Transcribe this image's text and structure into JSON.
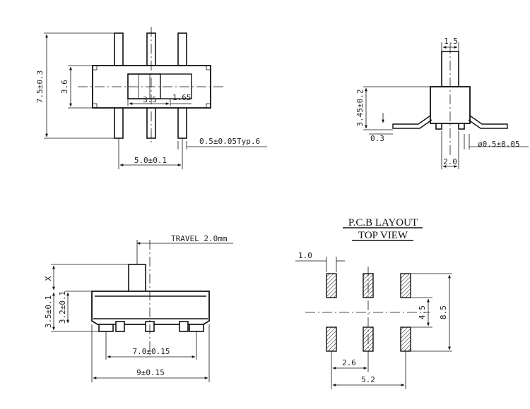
{
  "top_view": {
    "height_dim": "7.5±0.3",
    "inner_height_dim": "3.6",
    "actuator_width_dim": "3.5",
    "small_dim": "1.65",
    "pin_pitch_dim": "5.0±0.1",
    "pin_width_note": "0.5±0.05Typ.6"
  },
  "side_view": {
    "width_dim": "1.5",
    "height_dim": "3.45±0.2",
    "standoff_dim": "0.3",
    "pin_diameter_dim": "ø0.5±0.05",
    "pin_spacing_dim": "2.0"
  },
  "front_view": {
    "travel_note": "TRAVEL 2.0mm",
    "x_label": "X",
    "total_height_dim": "3.5±0.1",
    "body_height_dim": "3.2±0.1",
    "pin_span_dim": "7.0±0.15",
    "body_width_dim": "9±0.15"
  },
  "pcb_layout": {
    "title_line1": "P.C.B LAYOUT",
    "title_line2": "TOP VIEW",
    "pad_width_dim": "1.0",
    "row_spacing_dim": "4.5",
    "total_height_dim": "8.5",
    "pad_pitch_dim": "2.6",
    "pad_span_dim": "5.2"
  }
}
